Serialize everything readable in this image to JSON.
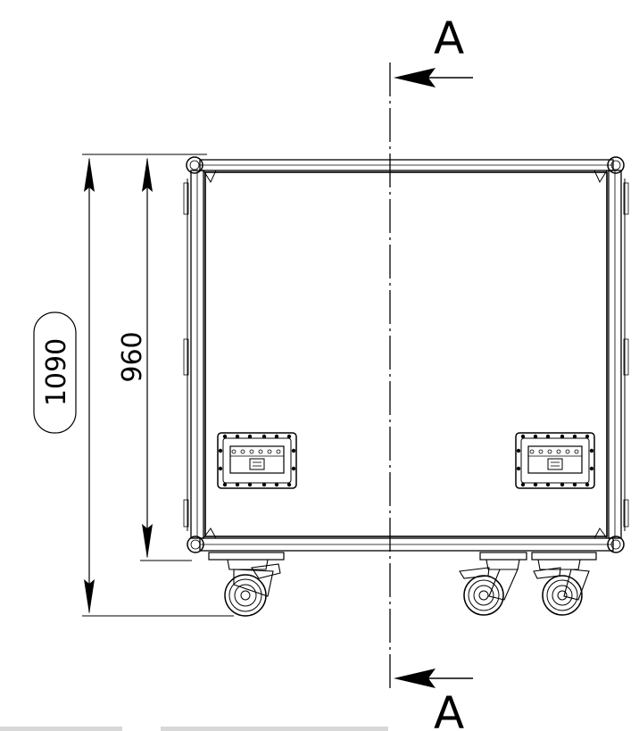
{
  "drawing": {
    "section_label_top": "A",
    "section_label_bottom": "A",
    "dim_overall_height": "1090",
    "dim_inner_height": "960"
  },
  "colors": {
    "line": "#000000",
    "background": "#ffffff",
    "scrollbar": "#d8d8d8"
  }
}
